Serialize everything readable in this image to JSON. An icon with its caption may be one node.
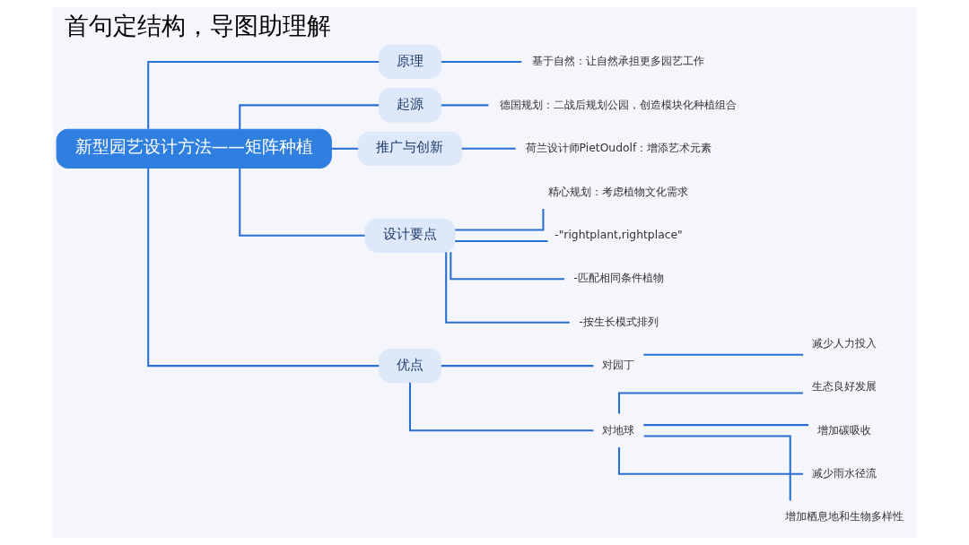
{
  "diagram": {
    "title": "首句定结构，导图助理解",
    "nodes": [
      {
        "text": [
          "新型园艺设计方法——矩阵种植"
        ]
      },
      {
        "text": [
          "原理"
        ]
      },
      {
        "text": [
          "基于自然：让自然承担更多园艺工作"
        ]
      },
      {
        "text": [
          "起源"
        ]
      },
      {
        "text": [
          "德国规划：二战后规划公园，创造模块化种植组合"
        ]
      },
      {
        "text": [
          "推广与创新"
        ]
      },
      {
        "text": [
          "荷兰设计师PietOudolf：增添艺术元素"
        ]
      },
      {
        "text": [
          "设计要点"
        ]
      },
      {
        "text": [
          "精心规划：考虑植物文化需求"
        ]
      },
      {
        "text": [
          "-\"rightplant,rightplace\""
        ]
      },
      {
        "text": [
          "-匹配相同条件植物"
        ]
      },
      {
        "text": [
          "-按生长模式排列"
        ]
      },
      {
        "text": [
          "优点"
        ]
      },
      {
        "text": [
          "对园丁"
        ]
      },
      {
        "text": [
          "减少人力投入"
        ]
      },
      {
        "text": [
          "对地球"
        ]
      },
      {
        "text": [
          "生态良好发展"
        ]
      },
      {
        "text": [
          "增加碳吸收"
        ]
      },
      {
        "text": [
          "减少雨水径流"
        ]
      },
      {
        "text": [
          "增加栖息地和生物多样性"
        ]
      }
    ],
    "edges": [
      {
        "from": 0,
        "to": 1,
        "arrow": "none"
      },
      {
        "from": 1,
        "to": 2,
        "arrow": "none"
      },
      {
        "from": 0,
        "to": 3,
        "arrow": "none"
      },
      {
        "from": 3,
        "to": 4,
        "arrow": "none"
      },
      {
        "from": 0,
        "to": 5,
        "arrow": "none"
      },
      {
        "from": 5,
        "to": 6,
        "arrow": "none"
      },
      {
        "from": 0,
        "to": 7,
        "arrow": "none"
      },
      {
        "from": 7,
        "to": 8,
        "arrow": "none"
      },
      {
        "from": 7,
        "to": 9,
        "arrow": "none"
      },
      {
        "from": 7,
        "to": 10,
        "arrow": "none"
      },
      {
        "from": 7,
        "to": 11,
        "arrow": "none"
      },
      {
        "from": 0,
        "to": 12,
        "arrow": "none"
      },
      {
        "from": 12,
        "to": 13,
        "arrow": "none"
      },
      {
        "from": 13,
        "to": 14,
        "arrow": "none"
      },
      {
        "from": 12,
        "to": 15,
        "arrow": "none"
      },
      {
        "from": 15,
        "to": 16,
        "arrow": "none"
      },
      {
        "from": 15,
        "to": 17,
        "arrow": "none"
      },
      {
        "from": 15,
        "to": 18,
        "arrow": "none"
      },
      {
        "from": 15,
        "to": 19,
        "arrow": "none"
      }
    ]
  }
}
